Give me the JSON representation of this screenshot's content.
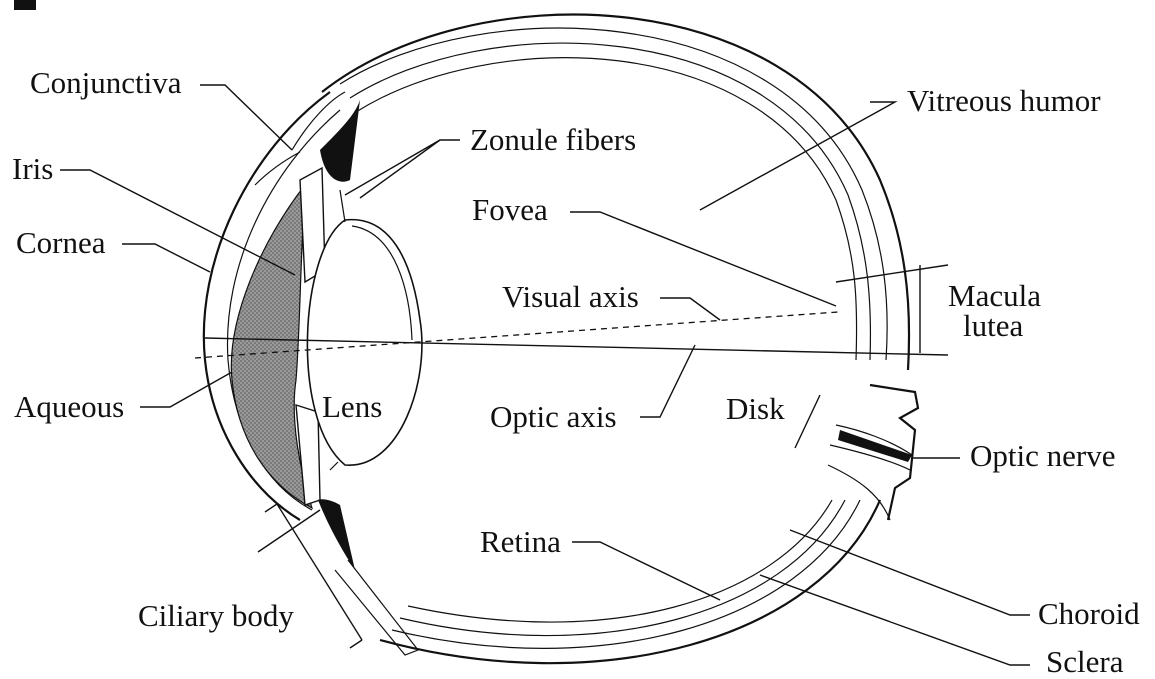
{
  "diagram": {
    "labels": {
      "conjunctiva": "Conjunctiva",
      "iris": "Iris",
      "cornea": "Cornea",
      "aqueous": "Aqueous",
      "ciliary_body": "Ciliary body",
      "zonule_fibers": "Zonule fibers",
      "fovea": "Fovea",
      "visual_axis": "Visual axis",
      "lens": "Lens",
      "optic_axis": "Optic axis",
      "retina": "Retina",
      "vitreous_humor": "Vitreous humor",
      "macula_lutea_line1": "Macula",
      "macula_lutea_line2": "lutea",
      "disk": "Disk",
      "optic_nerve": "Optic nerve",
      "choroid": "Choroid",
      "sclera": "Sclera"
    },
    "colors": {
      "ink": "#111111",
      "aqueous_fill": "#8a8a8a"
    }
  }
}
